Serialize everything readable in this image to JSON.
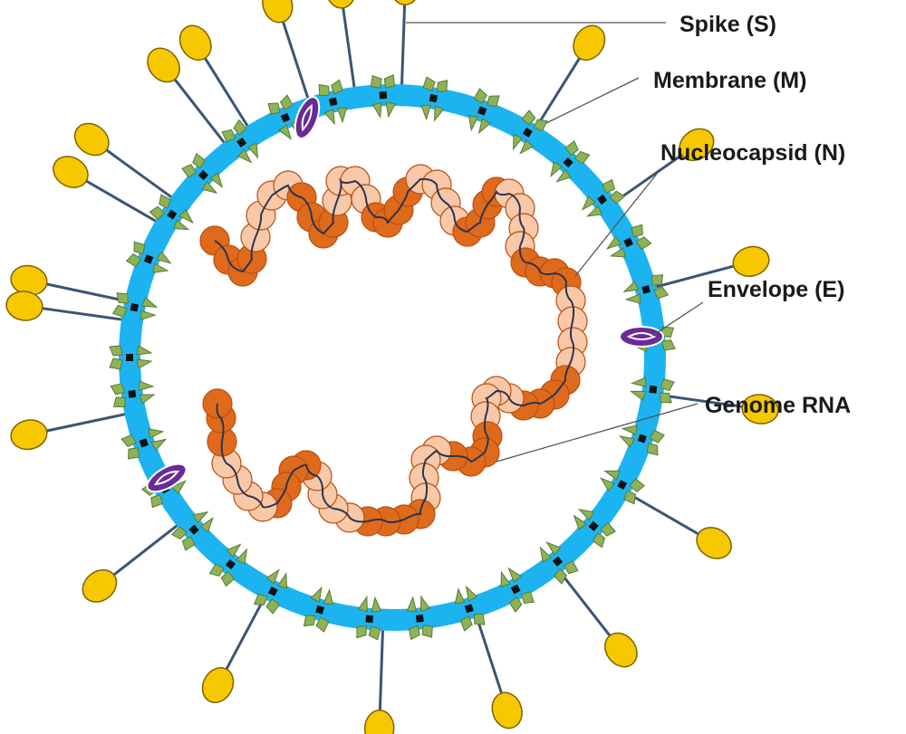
{
  "labels": {
    "spike": "Spike (S)",
    "membrane": "Membrane (M)",
    "nucleocapsid": "Nucleocapsid (N)",
    "envelope": "Envelope (E)",
    "genome": "Genome RNA"
  },
  "colors": {
    "envelope_band": "#1cb4f0",
    "membrane_protein": "#8cb25a",
    "membrane_protein_edge": "#5a7a30",
    "membrane_core": "#111111",
    "spike_head": "#f7c800",
    "spike_head_edge": "#7a6400",
    "spike_stalk": "#3b5574",
    "envelope_protein": "#6a2a9a",
    "nucleocapsid_dark": "#e06a1c",
    "nucleocapsid_light": "#f8c8a8",
    "nucleocapsid_edge": "#b84e10",
    "rna_strand": "#2a3550",
    "leader_line": "#555555"
  }
}
